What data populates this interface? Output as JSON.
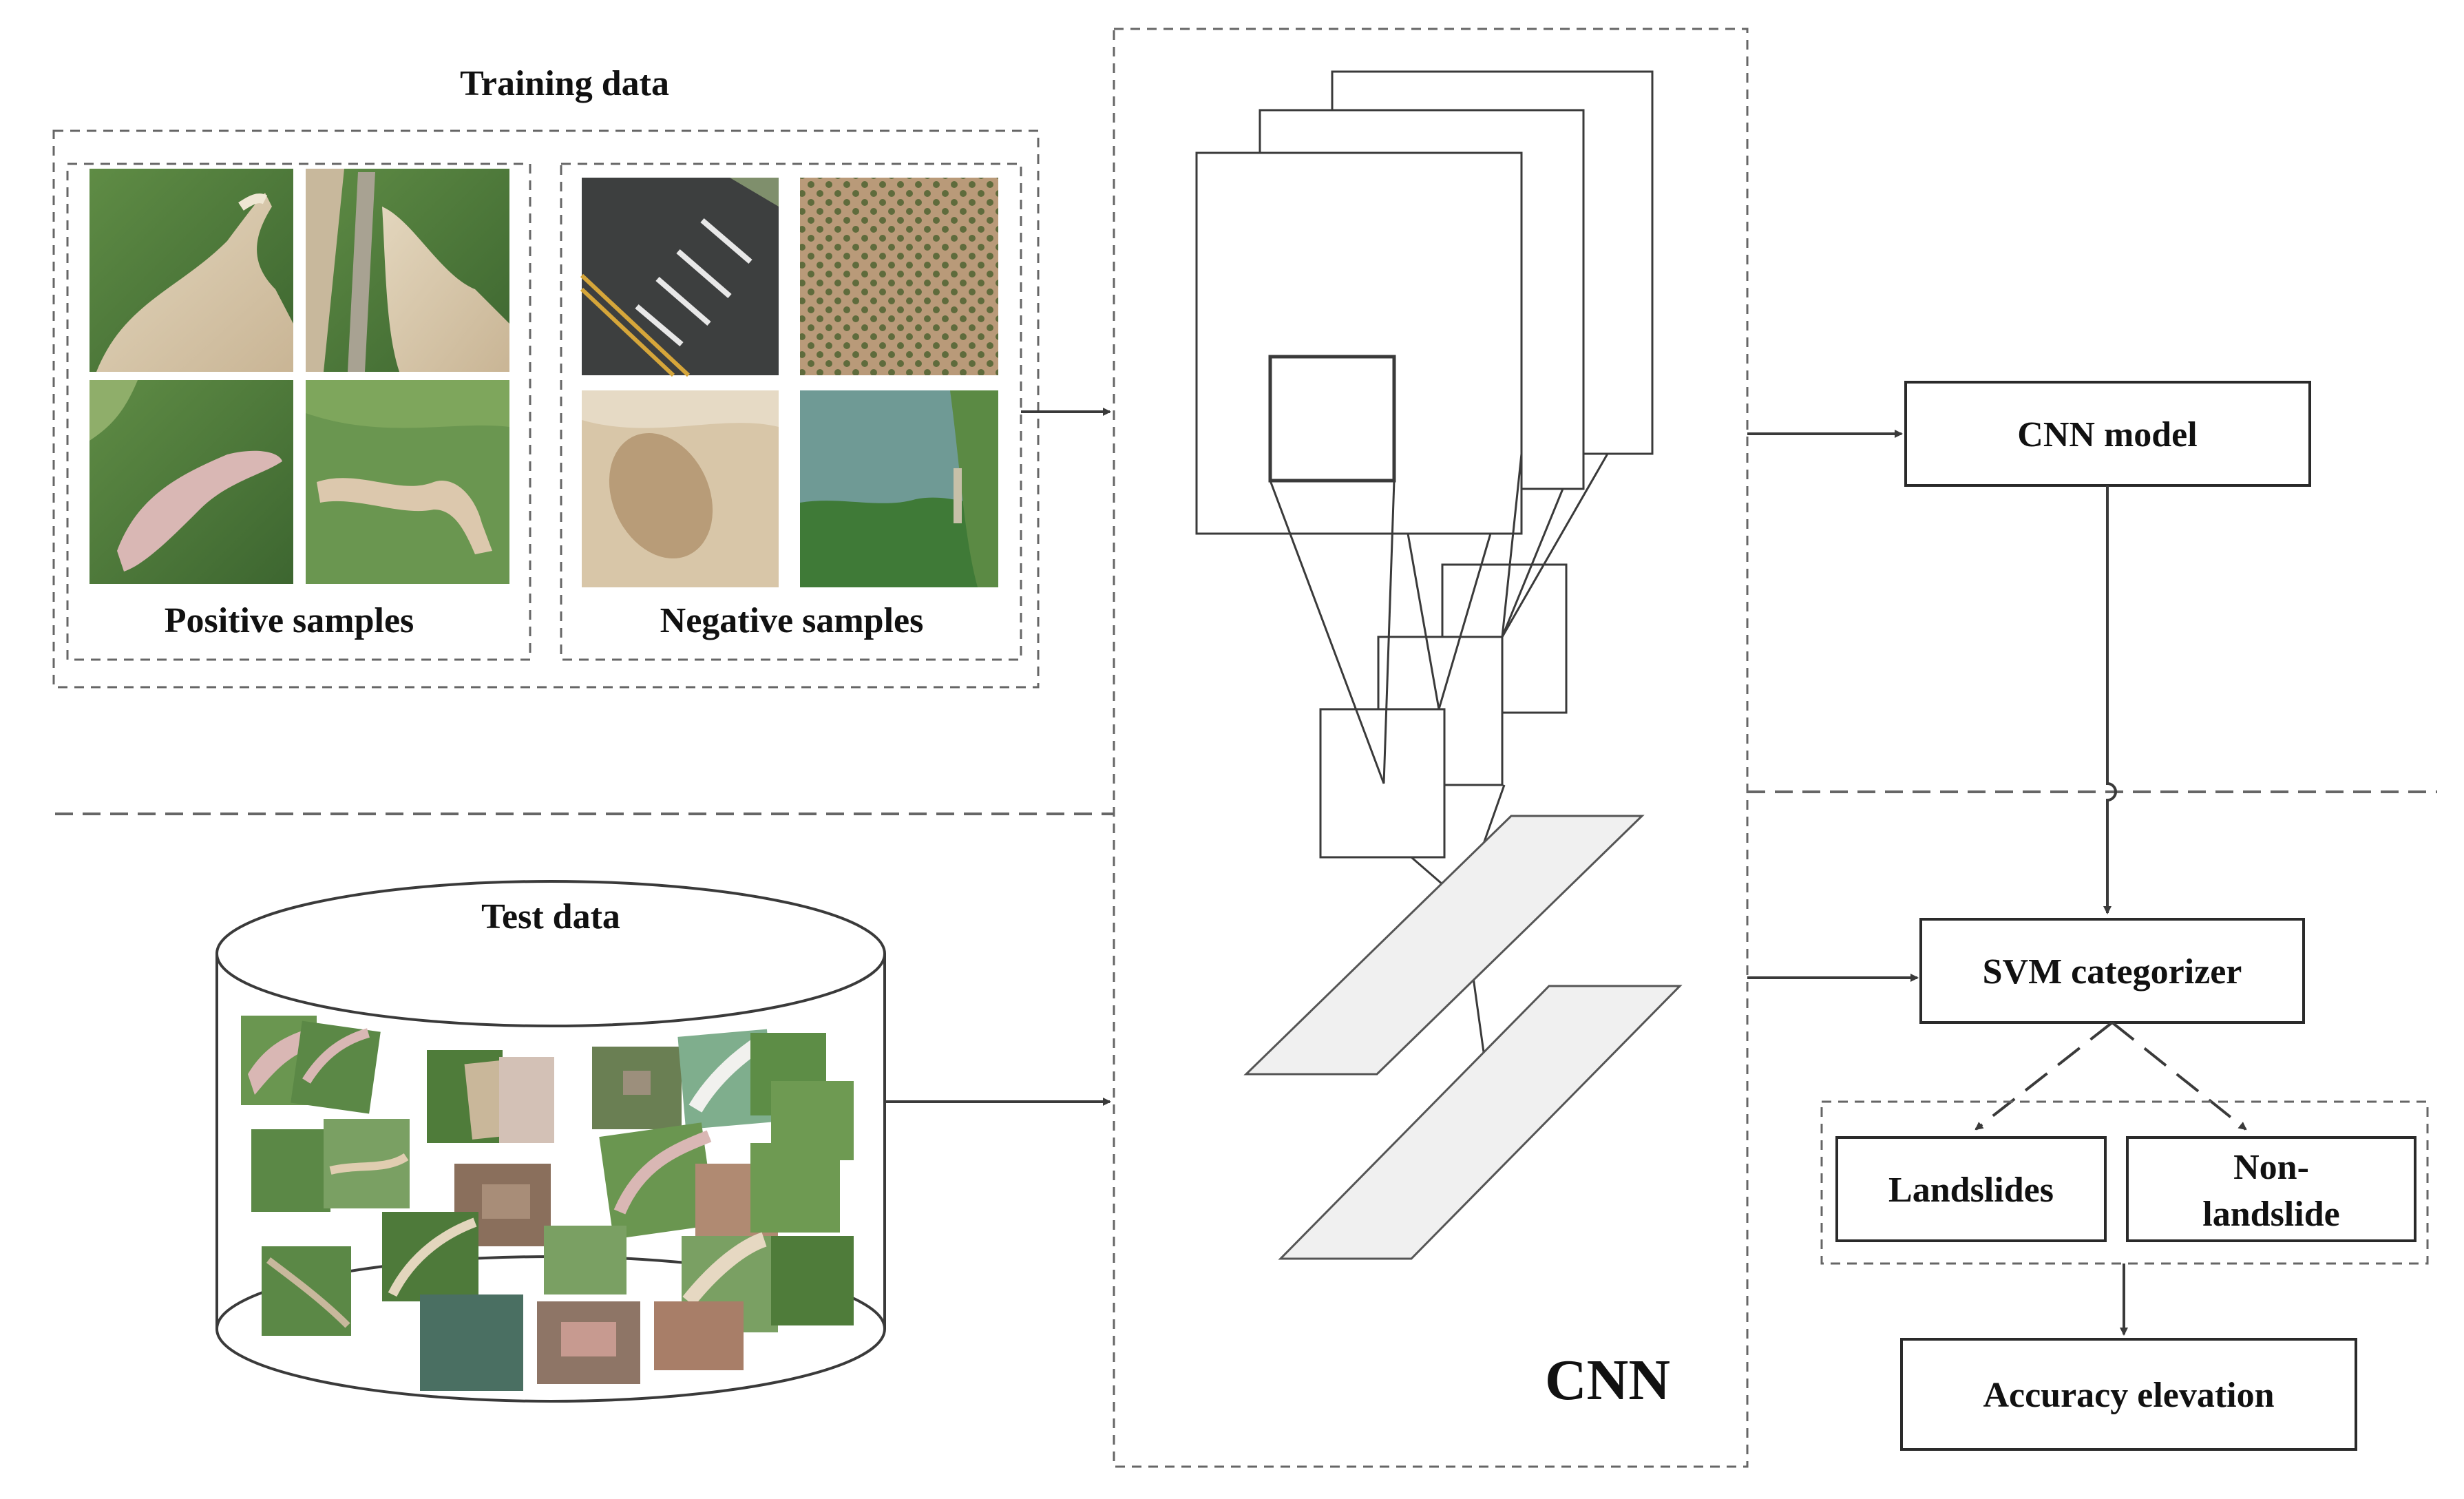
{
  "training": {
    "title": "Training data",
    "positive_label": "Positive samples",
    "negative_label": "Negative samples"
  },
  "test": {
    "title": "Test data"
  },
  "cnn": {
    "label": "CNN"
  },
  "boxes": {
    "cnn_model": "CNN model",
    "svm": "SVM categorizer",
    "landslides": "Landslides",
    "non_landslide_line1": "Non-",
    "non_landslide_line2": "landslide",
    "accuracy": "Accuracy elevation"
  },
  "colors": {
    "line": "#3a3a3a",
    "dash": "#666666",
    "vegetation": "#4e7a3a",
    "bare_soil": "#d8c9ac",
    "road": "#3d3f3f",
    "water": "#6f9a95"
  },
  "icons": {
    "positive_thumbnails": "aerial-landslide-photo",
    "negative_thumbnails": "aerial-non-landslide-photo",
    "test_thumbnails": "aerial-photo-collage",
    "database": "cylinder-database-icon",
    "feature_maps": "stacked-feature-map-icon"
  }
}
